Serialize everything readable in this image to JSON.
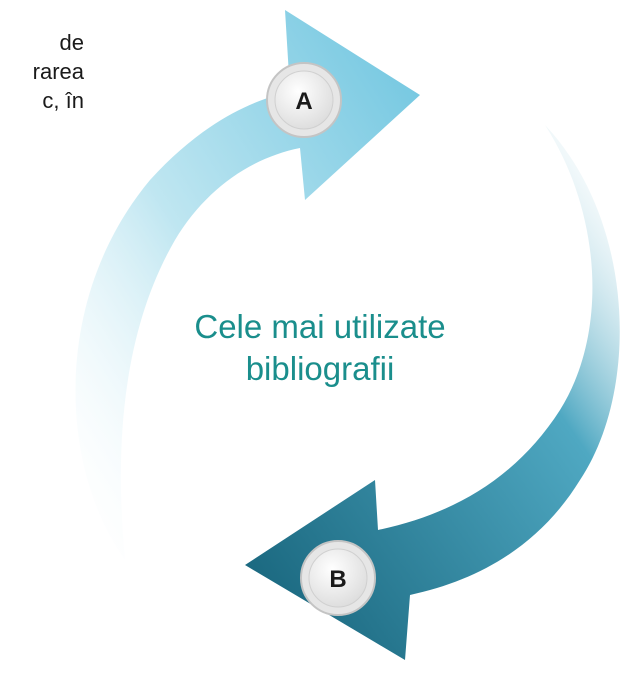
{
  "background_text": {
    "lines": [
      "de",
      "rarea",
      "c,   în"
    ]
  },
  "diagram": {
    "center_label_line1": "Cele mai utilizate",
    "center_label_line2": "bibliografii",
    "badge_a": "A",
    "badge_b": "B"
  },
  "colors": {
    "center_text": "#1a8e8c",
    "arrow_light": "#8fd3e6",
    "arrow_dark": "#1b6f86",
    "badge_fill": "#f7f7f7",
    "badge_ring": "#cfcfcf"
  }
}
